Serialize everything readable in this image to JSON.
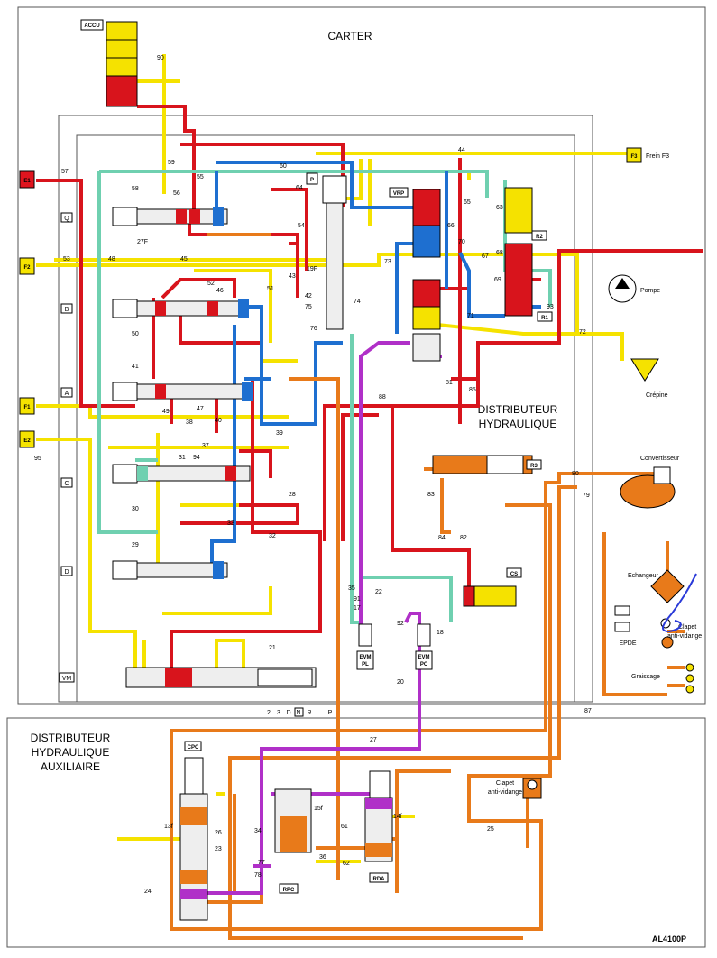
{
  "colors": {
    "red": "#d8141c",
    "yellow": "#f5e200",
    "green": "#6fd0b0",
    "blue": "#1e6fd0",
    "orange": "#e87a1a",
    "purple": "#b030c8",
    "annotation": "#2a3ad8"
  },
  "sections": {
    "carter": "CARTER",
    "dist_hyd_1": "DISTRIBUTEUR",
    "dist_hyd_2": "HYDRAULIQUE",
    "dist_aux_1": "DISTRIBUTEUR",
    "dist_aux_2": "HYDRAULIQUE",
    "dist_aux_3": "AUXILIAIRE"
  },
  "components": {
    "accu": "ACCU",
    "e1": "E1",
    "f2": "F2",
    "f1": "F1",
    "e2": "E2",
    "f3": "F3",
    "frein": "Frein F3",
    "pompe": "Pompe",
    "crepine": "Crépine",
    "convertisseur": "Convertisseur",
    "echangeur": "Echangeur",
    "clapet": "Clapet",
    "anti_vidange": "anti-vidange",
    "epde": "EPDE",
    "graissage": "Graissage",
    "vrp": "VRP",
    "r1": "R1",
    "r2": "R2",
    "r3": "R3",
    "cs": "CS",
    "evm_pl_1": "EVM",
    "evm_pl_2": "PL",
    "evm_pc_1": "EVM",
    "evm_pc_2": "PC",
    "cpc": "CPC",
    "rpc": "RPC",
    "rda": "RDA",
    "clapet_aux": "Clapet",
    "anti_vidange_aux": "anti-vidange",
    "ref": "AL4100P",
    "p_box": "P"
  },
  "valve_rows": [
    "Q",
    "B",
    "A",
    "C",
    "D",
    "VM"
  ],
  "selector_positions": [
    "2",
    "3",
    "D",
    "N",
    "R",
    "P"
  ],
  "line_numbers": [
    "90",
    "59",
    "57",
    "58",
    "56",
    "55",
    "60",
    "44",
    "64",
    "P",
    "27F",
    "48",
    "53",
    "45",
    "52",
    "46",
    "50",
    "41",
    "49",
    "38",
    "47",
    "40",
    "39",
    "37",
    "31",
    "94",
    "30",
    "29",
    "28",
    "33",
    "32",
    "21",
    "95",
    "51",
    "19F",
    "42",
    "54",
    "63",
    "43",
    "75",
    "76",
    "74",
    "73",
    "65",
    "66",
    "70",
    "67",
    "68",
    "69",
    "71",
    "93",
    "72",
    "88",
    "85",
    "81",
    "83",
    "84",
    "82",
    "35",
    "91",
    "17",
    "22",
    "92",
    "18",
    "20",
    "87",
    "80",
    "79",
    "27",
    "13f",
    "26",
    "23",
    "24",
    "34",
    "78",
    "77",
    "15f",
    "14f",
    "61",
    "62",
    "25",
    "36"
  ]
}
